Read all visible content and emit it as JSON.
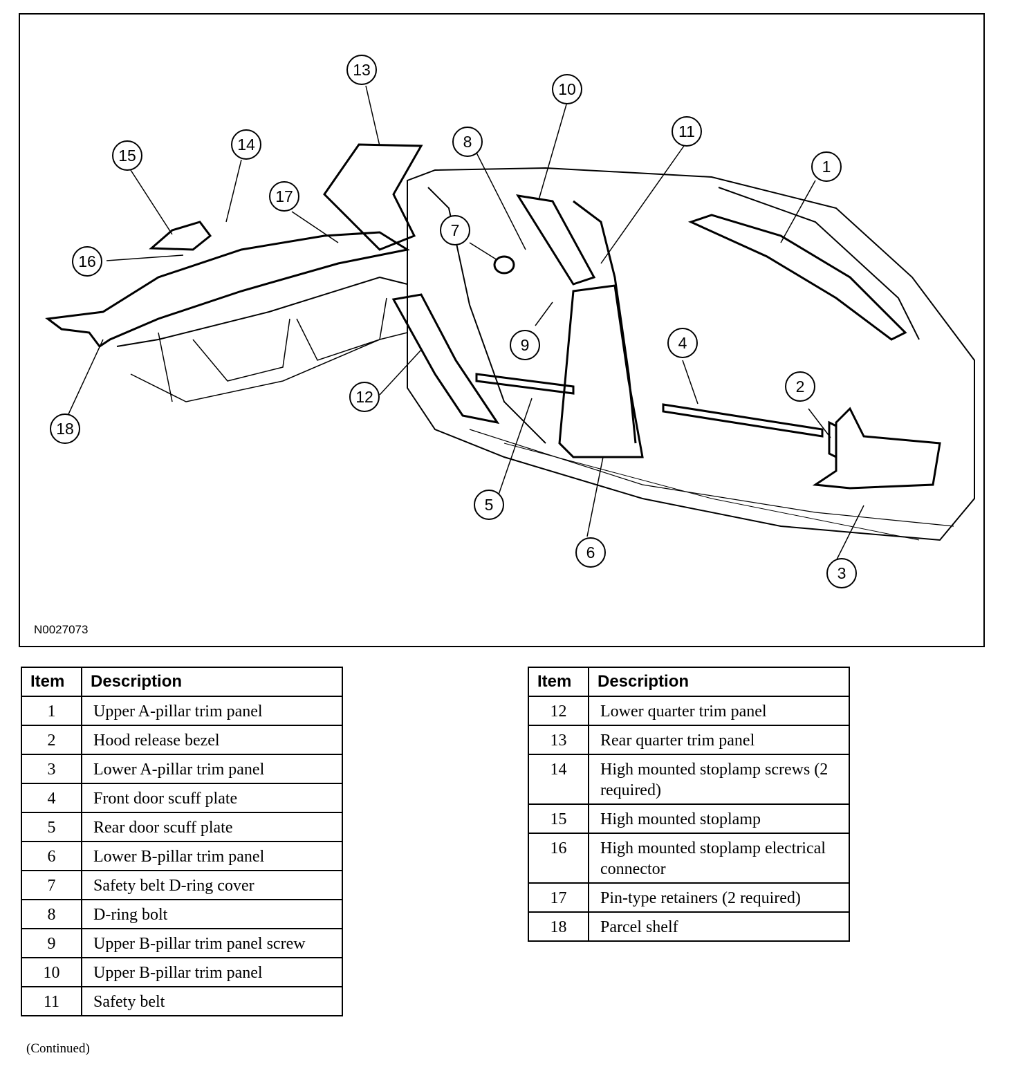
{
  "figure": {
    "id_label": "N0027073",
    "callouts": [
      "1",
      "2",
      "3",
      "4",
      "5",
      "6",
      "7",
      "8",
      "9",
      "10",
      "11",
      "12",
      "13",
      "14",
      "15",
      "16",
      "17",
      "18"
    ]
  },
  "legend": {
    "header_item": "Item",
    "header_description": "Description",
    "left_rows": [
      {
        "item": "1",
        "description": "Upper A-pillar trim panel"
      },
      {
        "item": "2",
        "description": "Hood release bezel"
      },
      {
        "item": "3",
        "description": "Lower A-pillar trim panel"
      },
      {
        "item": "4",
        "description": "Front door scuff plate"
      },
      {
        "item": "5",
        "description": "Rear door scuff plate"
      },
      {
        "item": "6",
        "description": "Lower B-pillar trim panel"
      },
      {
        "item": "7",
        "description": "Safety belt D-ring cover"
      },
      {
        "item": "8",
        "description": "D-ring bolt"
      },
      {
        "item": "9",
        "description": "Upper B-pillar trim panel screw"
      },
      {
        "item": "10",
        "description": "Upper B-pillar trim panel"
      },
      {
        "item": "11",
        "description": "Safety belt"
      }
    ],
    "right_rows": [
      {
        "item": "12",
        "description": "Lower quarter trim panel"
      },
      {
        "item": "13",
        "description": "Rear quarter trim panel"
      },
      {
        "item": "14",
        "description": "High mounted stoplamp screws (2 required)"
      },
      {
        "item": "15",
        "description": "High mounted stoplamp"
      },
      {
        "item": "16",
        "description": "High mounted stoplamp electrical connector"
      },
      {
        "item": "17",
        "description": "Pin-type retainers (2 required)"
      },
      {
        "item": "18",
        "description": "Parcel shelf"
      }
    ]
  },
  "footer": {
    "continued": "(Continued)"
  }
}
